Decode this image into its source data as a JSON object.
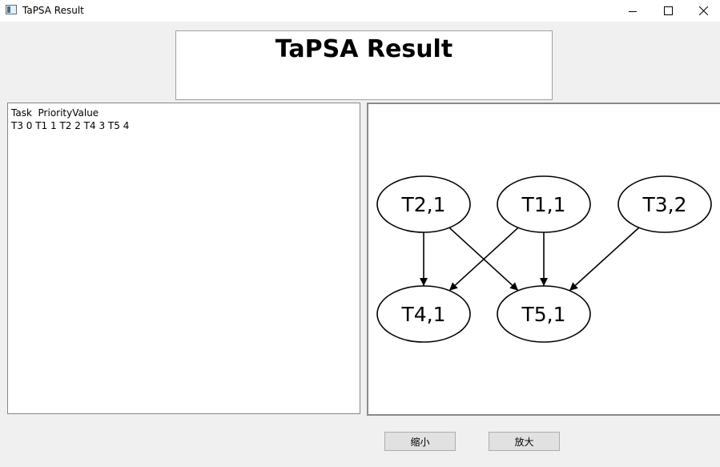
{
  "window": {
    "title": "TaPSA Result",
    "icon": "app-window-icon"
  },
  "header": {
    "title": "TaPSA Result"
  },
  "result_text": {
    "lines": [
      "Task  PriorityValue",
      "T3 0 T1 1 T2 2 T4 3 T5 4"
    ]
  },
  "graph": {
    "nodes": [
      {
        "id": "T2",
        "label": "T2,1"
      },
      {
        "id": "T1",
        "label": "T1,1"
      },
      {
        "id": "T3",
        "label": "T3,2"
      },
      {
        "id": "T4",
        "label": "T4,1"
      },
      {
        "id": "T5",
        "label": "T5,1"
      }
    ],
    "edges": [
      {
        "from": "T2",
        "to": "T4"
      },
      {
        "from": "T2",
        "to": "T5"
      },
      {
        "from": "T1",
        "to": "T4"
      },
      {
        "from": "T1",
        "to": "T5"
      },
      {
        "from": "T3",
        "to": "T5"
      }
    ]
  },
  "buttons": {
    "zoom_out_label": "缩小",
    "zoom_in_label": "放大"
  },
  "colors": {
    "window_bg": "#f0f0f0",
    "panel_bg": "#ffffff",
    "button_bg": "#e1e1e1"
  }
}
